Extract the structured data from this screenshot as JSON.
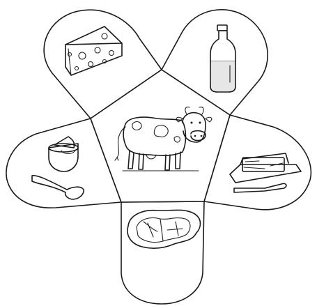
{
  "diagram": {
    "center": {
      "icon": "cow-icon"
    },
    "petals": [
      {
        "position": "top-left",
        "icon": "cheese-icon"
      },
      {
        "position": "top-right",
        "icon": "milk-bottle-icon"
      },
      {
        "position": "right",
        "icon": "butter-icon"
      },
      {
        "position": "bottom",
        "icon": "steak-icon"
      },
      {
        "position": "left",
        "icon": "yogurt-icon"
      }
    ],
    "colors": {
      "line": "#1a1a1a",
      "background": "#ffffff"
    }
  }
}
